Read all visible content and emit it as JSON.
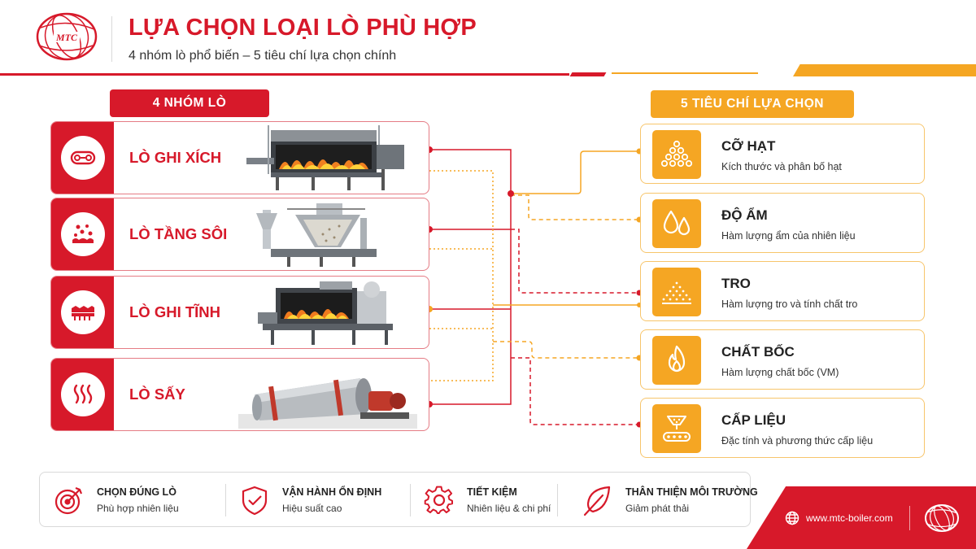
{
  "header": {
    "logo_text": "MTC",
    "title": "LỰA CHỌN LOẠI LÒ PHÙ HỢP",
    "subtitle": "4 nhóm lò phổ biến – 5 tiêu chí lựa chọn chính"
  },
  "left_section": {
    "label": "4 NHÓM LÒ",
    "furnaces": [
      {
        "name": "LÒ GHI XÍCH",
        "icon": "chain-grate-icon"
      },
      {
        "name": "LÒ TẦNG SÔI",
        "icon": "fluidized-bed-icon"
      },
      {
        "name": "LÒ GHI TĨNH",
        "icon": "fixed-grate-icon"
      },
      {
        "name": "LÒ SẤY",
        "icon": "heat-waves-icon"
      }
    ]
  },
  "right_section": {
    "label": "5 TIÊU CHÍ LỰA CHỌN",
    "criteria": [
      {
        "name": "CỠ HẠT",
        "desc": "Kích thước và phân bố hạt",
        "icon": "particles-icon"
      },
      {
        "name": "ĐỘ ẨM",
        "desc": "Hàm lượng ẩm của nhiên liệu",
        "icon": "droplets-icon"
      },
      {
        "name": "TRO",
        "desc": "Hàm lượng tro và tính chất tro",
        "icon": "ash-pile-icon"
      },
      {
        "name": "CHẤT BỐC",
        "desc": "Hàm lượng chất bốc (VM)",
        "icon": "flame-icon"
      },
      {
        "name": "CẤP LIỆU",
        "desc": "Đặc tính và phương thức cấp liệu",
        "icon": "feeder-conveyor-icon"
      }
    ]
  },
  "benefits": [
    {
      "title": "CHỌN ĐÚNG LÒ",
      "sub": "Phù hợp nhiên liệu",
      "icon": "target-icon"
    },
    {
      "title": "VẬN HÀNH ỔN ĐỊNH",
      "sub": "Hiệu suất cao",
      "icon": "shield-check-icon"
    },
    {
      "title": "TIẾT KIỆM",
      "sub": "Nhiên liệu & chi phí",
      "icon": "gear-icon"
    },
    {
      "title": "THÂN THIỆN MÔI TRƯỜNG",
      "sub": "Giảm phát thải",
      "icon": "leaf-icon"
    }
  ],
  "footer": {
    "url": "www.mtc-boiler.com",
    "icon": "globe-icon"
  },
  "colors": {
    "primary_red": "#d7192a",
    "accent_orange": "#f5a623"
  }
}
